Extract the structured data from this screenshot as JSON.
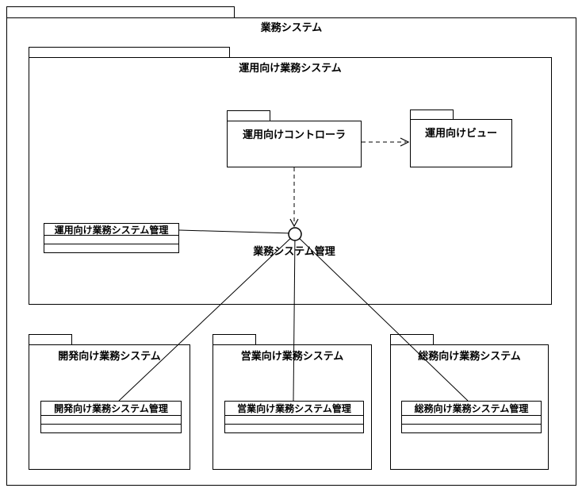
{
  "diagram": {
    "packages": {
      "business_system": {
        "label": "業務システム"
      },
      "operations_system": {
        "label": "運用向け業務システム"
      },
      "controller": {
        "label": "運用向けコントローラ"
      },
      "view": {
        "label": "運用向けビュー"
      },
      "dev_system": {
        "label": "開発向け業務システム"
      },
      "sales_system": {
        "label": "営業向け業務システム"
      },
      "general_system": {
        "label": "総務向け業務システム"
      }
    },
    "classes": {
      "operations_mgmt": {
        "label": "運用向け業務システム管理"
      },
      "dev_mgmt": {
        "label": "開発向け業務システム管理"
      },
      "sales_mgmt": {
        "label": "営業向け業務システム管理"
      },
      "general_mgmt": {
        "label": "総務向け業務システム管理"
      }
    },
    "interface": {
      "label": "業務システム管理"
    },
    "colors": {
      "stroke": "#000000",
      "background": "#ffffff"
    }
  }
}
